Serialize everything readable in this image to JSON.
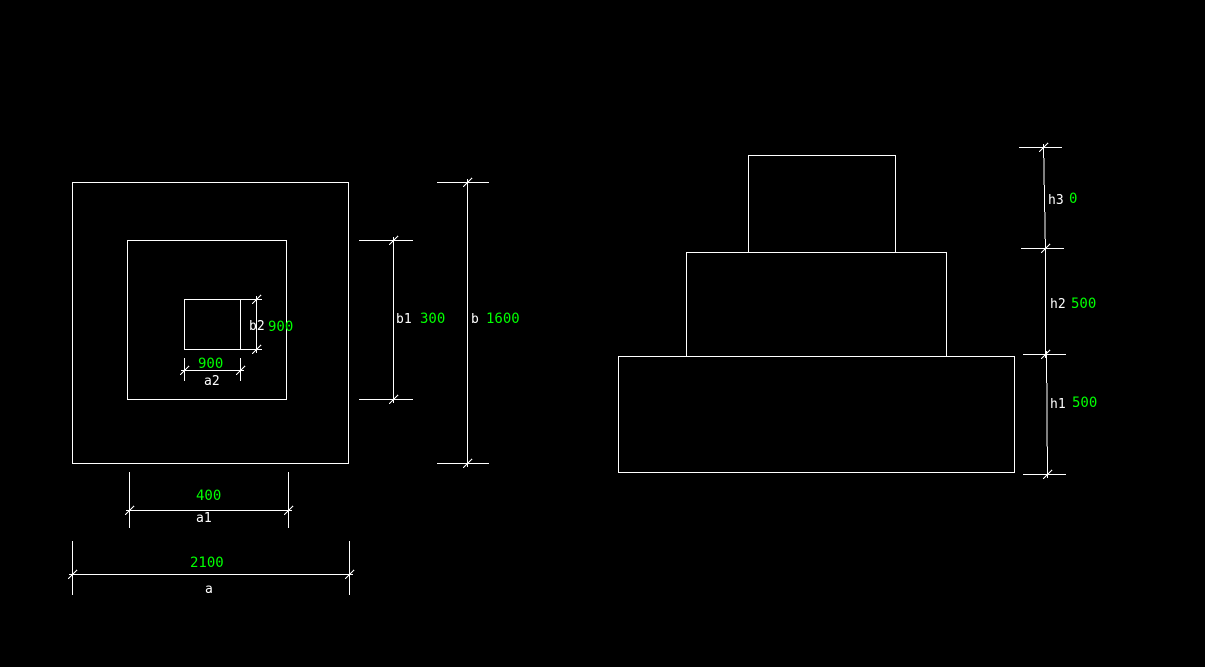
{
  "colors": {
    "background": "#000000",
    "geometry": "#ffffff",
    "value_text": "#00ff00"
  },
  "plan": {
    "a": {
      "label": "a",
      "value": "2100"
    },
    "a1": {
      "label": "a1",
      "value": "400"
    },
    "a2": {
      "label": "a2",
      "value": "900"
    },
    "b": {
      "label": "b",
      "value": "1600"
    },
    "b1": {
      "label": "b1",
      "value": "300"
    },
    "b2": {
      "label": "b2",
      "value": "900"
    }
  },
  "elevation": {
    "h1": {
      "label": "h1",
      "value": "500"
    },
    "h2": {
      "label": "h2",
      "value": "500"
    },
    "h3": {
      "label": "h3",
      "value": "0"
    }
  }
}
